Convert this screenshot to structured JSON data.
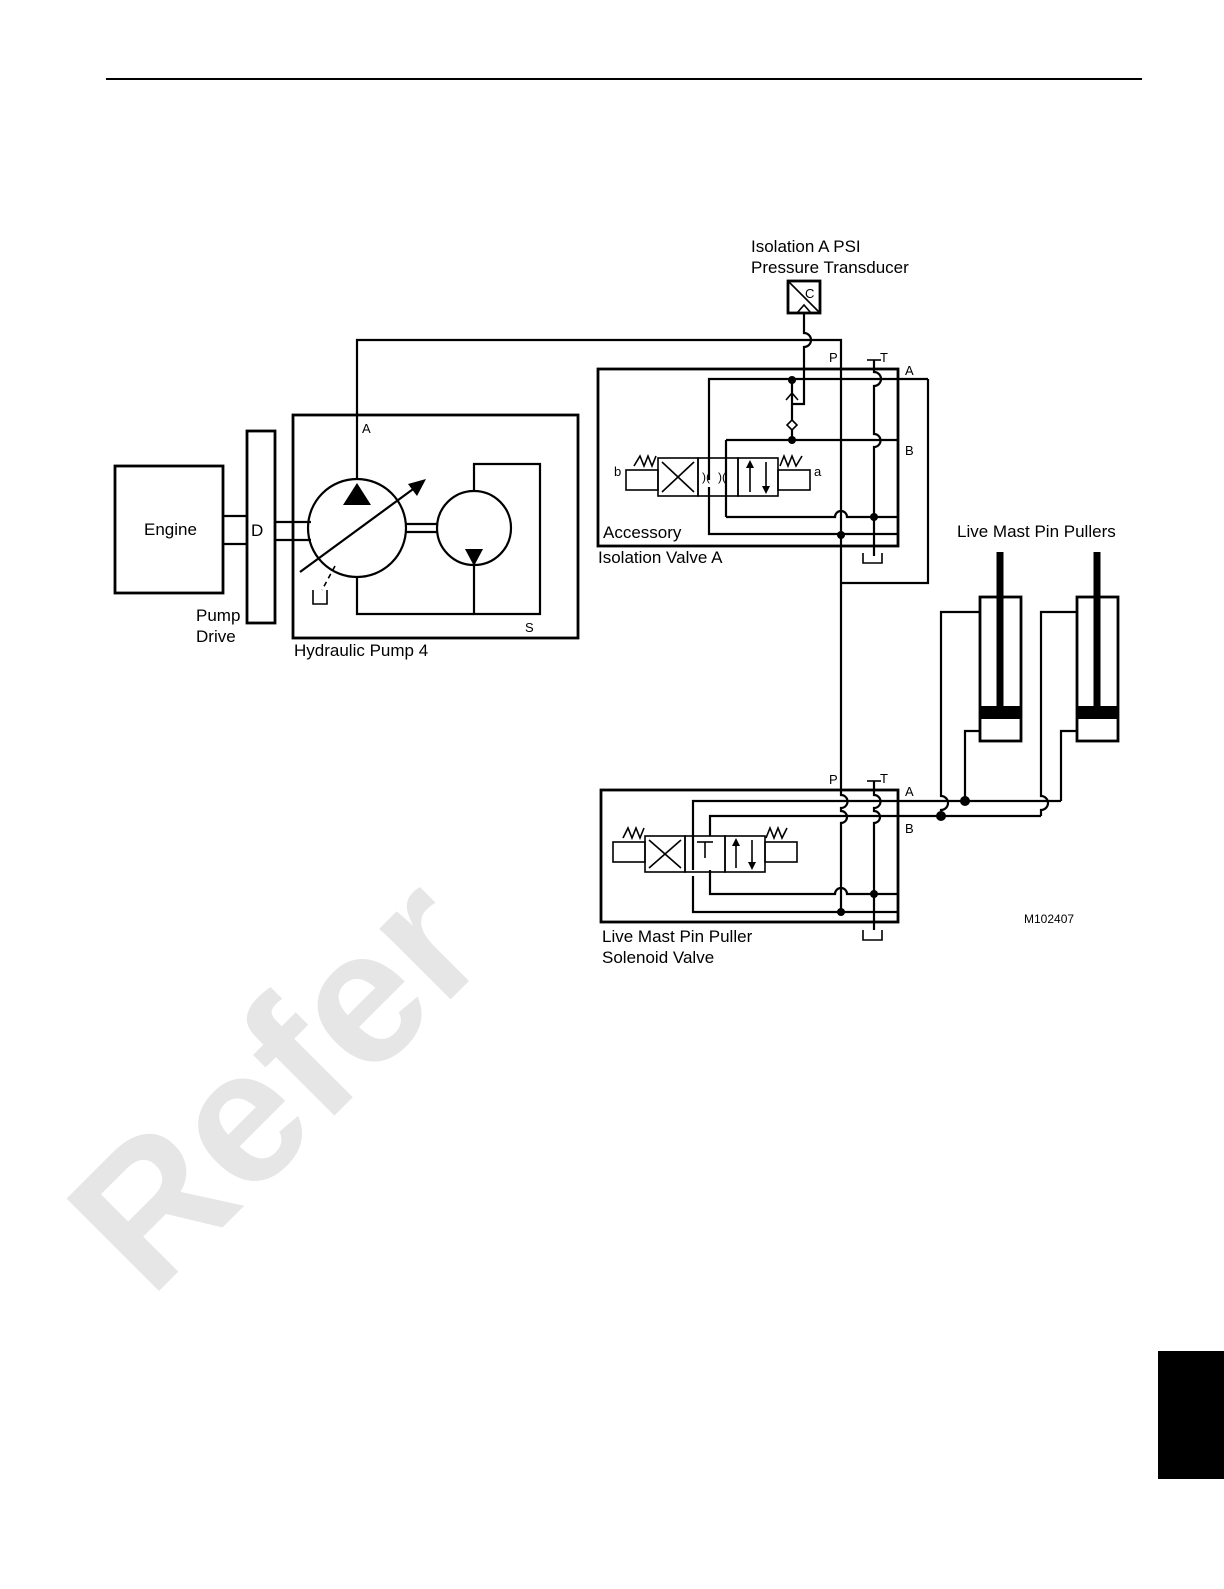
{
  "labels": {
    "engine": "Engine",
    "drive_letter": "D",
    "pump_drive_line1": "Pump",
    "pump_drive_line2": "Drive",
    "pump_name": "Hydraulic Pump 4",
    "pump_port_a": "A",
    "pump_port_s": "S",
    "transducer_line1": "Isolation A PSI",
    "transducer_line2": "Pressure Transducer",
    "transducer_letter": "C",
    "iso_line1": "Accessory",
    "iso_line2": "Isolation Valve A",
    "iso_port_p": "P",
    "iso_port_t": "T",
    "iso_port_a": "A",
    "iso_port_b": "B",
    "iso_solenoid_b": "b",
    "iso_solenoid_a": "a",
    "pullers": "Live Mast Pin Pullers",
    "sol_line1": "Live Mast Pin Puller",
    "sol_line2": "Solenoid Valve",
    "sol_port_p": "P",
    "sol_port_t": "T",
    "sol_port_a": "A",
    "sol_port_b": "B",
    "figure_id": "M102407"
  },
  "watermark": "Refer",
  "colors": {
    "line": "#000000",
    "watermark": "#e6e6e6",
    "tab": "#000000"
  }
}
